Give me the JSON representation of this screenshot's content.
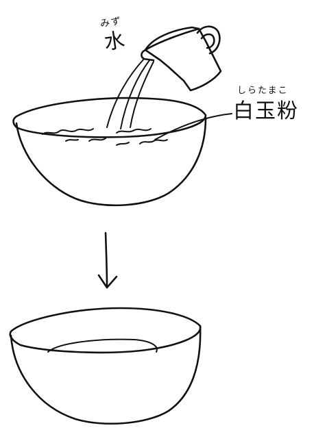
{
  "labels": {
    "water": {
      "text": "水",
      "reading": "みず"
    },
    "shiratamako": {
      "text": "白玉粉",
      "reading": "しらたまこ"
    }
  },
  "colors": {
    "ink": "#111111",
    "paper": "#ffffff"
  },
  "icons": {
    "arrow": "down-arrow-icon"
  }
}
